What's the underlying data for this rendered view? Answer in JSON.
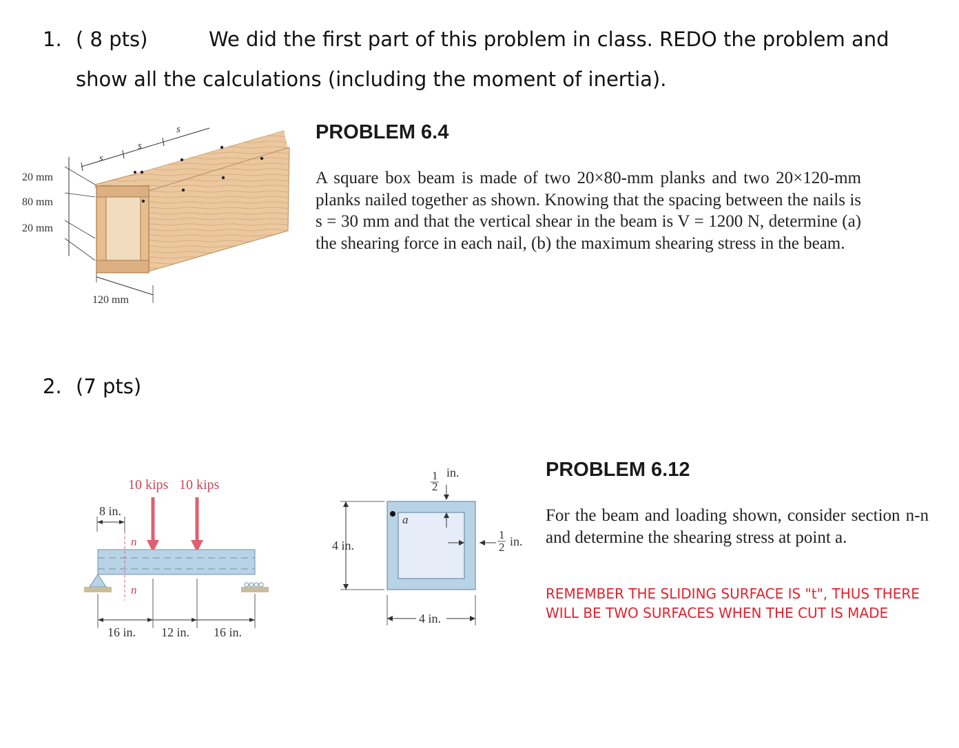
{
  "q1": {
    "number": "1.",
    "points": "( 8 pts)",
    "line1": "We did the first part of this problem in class. REDO the problem and",
    "line2": "show all the calculations (including the moment of inertia)."
  },
  "p64": {
    "title": "PROBLEM 6.4",
    "text": "A square box beam is made of two 20×80-mm planks and two 20×120-mm planks nailed together as shown. Knowing that the spacing between the nails is s = 30 mm and that the vertical shear in the beam is V = 1200 N, determine (a) the shearing force in each nail, (b) the maximum shearing stress in the beam.",
    "fig": {
      "dim_top": "20 mm",
      "dim_mid": "80 mm",
      "dim_bot": "20 mm",
      "dim_width": "120 mm",
      "spacing_label": "s"
    }
  },
  "q2": {
    "number": "2.",
    "points": "(7 pts)"
  },
  "p612": {
    "title": "PROBLEM 6.12",
    "text": "For the beam and loading shown, consider section n-n and determine the shearing stress at point a.",
    "note_line1": "REMEMBER THE SLIDING SURFACE IS \"t\", THUS THERE",
    "note_line2": "WILL BE TWO SURFACES WHEN THE CUT IS MADE",
    "beam": {
      "load1": "10 kips",
      "load2": "10 kips",
      "dim_8": "8 in.",
      "section": "n",
      "span1": "16 in.",
      "span2": "12 in.",
      "span3": "16 in."
    },
    "section_fig": {
      "height": "4 in.",
      "width": "4 in.",
      "thick_num": "1",
      "thick_den": "2",
      "thick_unit": "in.",
      "point": "a"
    }
  },
  "colors": {
    "load_arrow": "#e06070",
    "beam_fill": "#b9d3e6",
    "wood": "#e8c49a",
    "note": "#e0222e"
  }
}
